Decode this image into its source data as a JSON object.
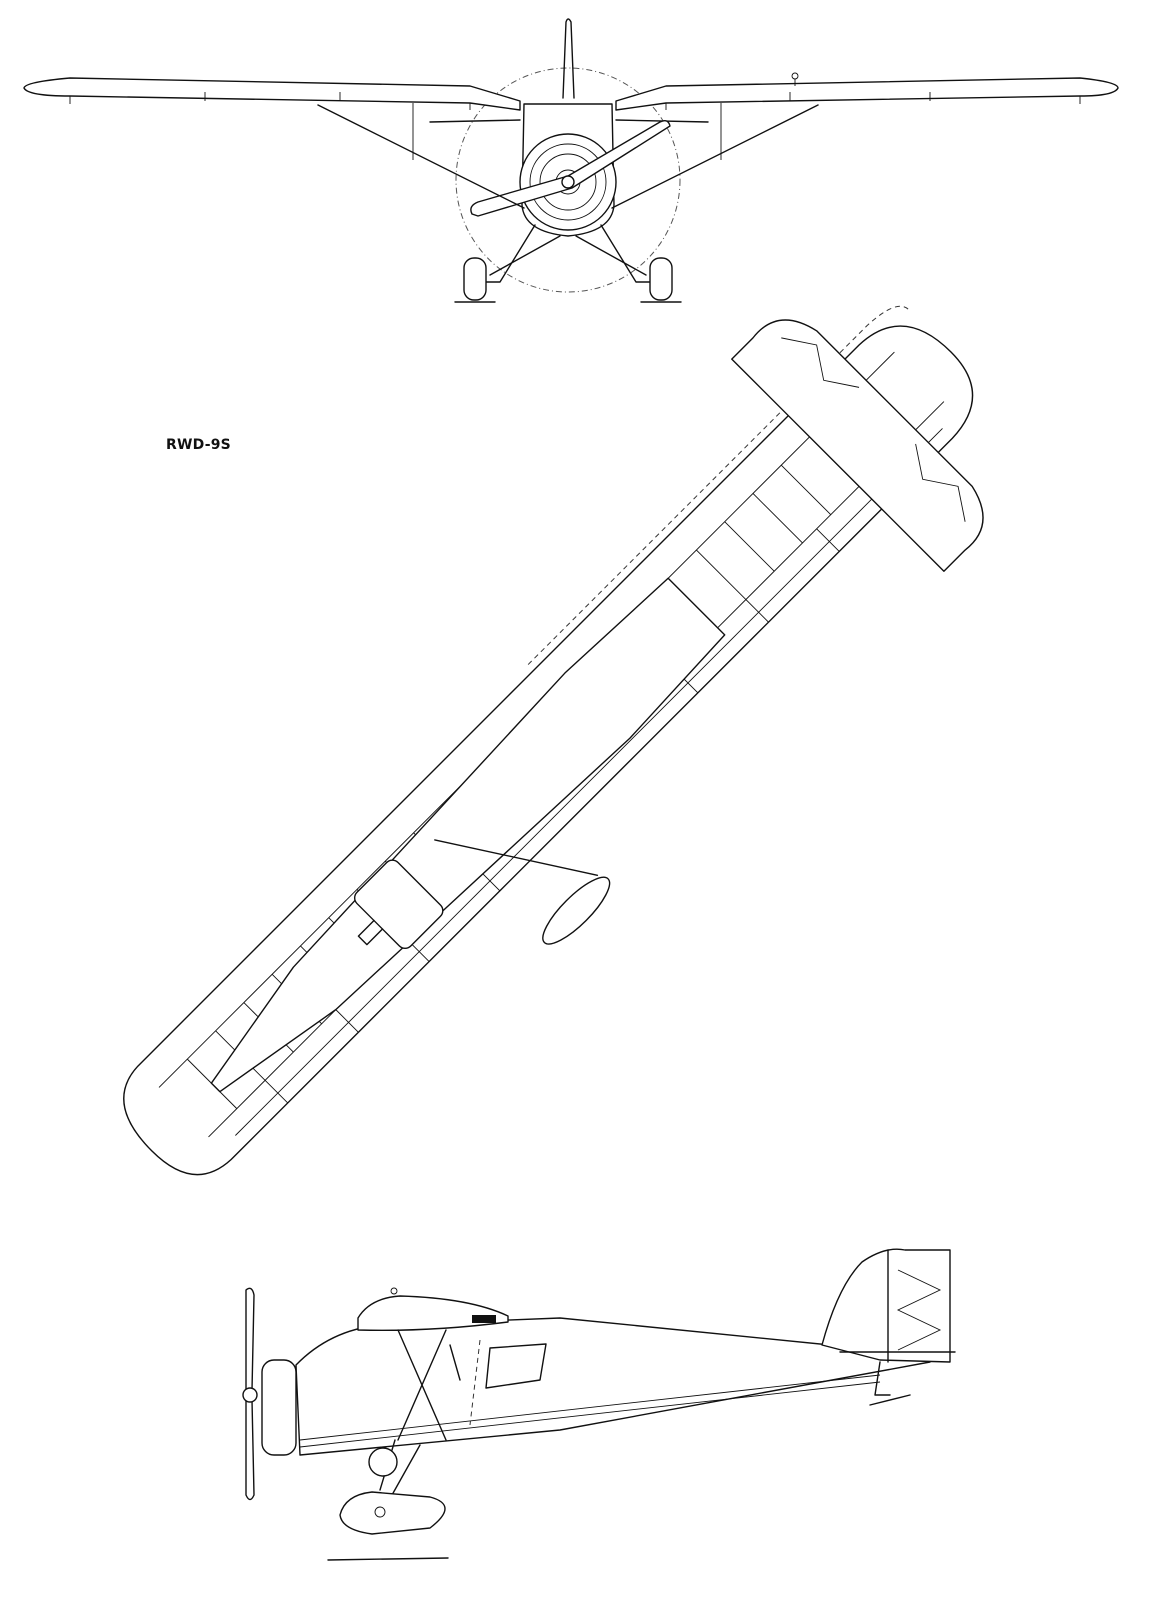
{
  "drawing": {
    "aircraft_label": "RWD-9S",
    "views": [
      "front-view",
      "top-view",
      "side-view"
    ],
    "line_color": "#111111",
    "background": "#ffffff"
  }
}
